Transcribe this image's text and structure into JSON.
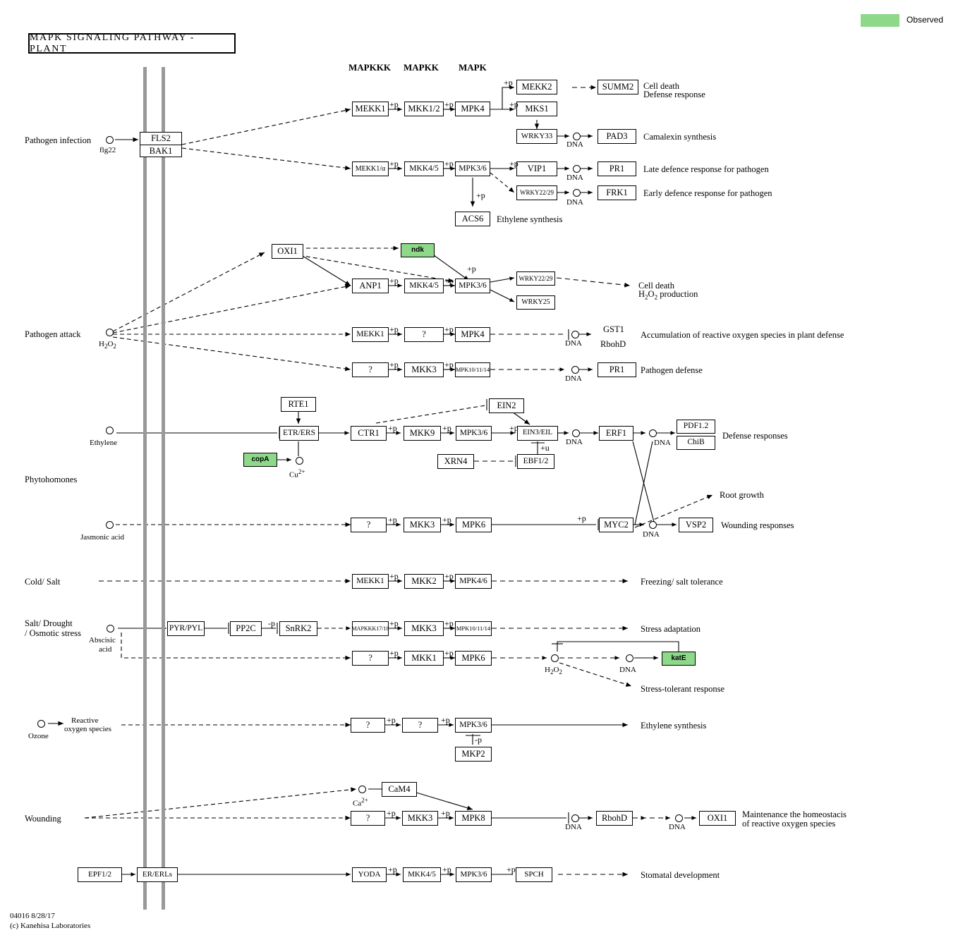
{
  "title": "MAPK SIGNALING PATHWAY - PLANT",
  "legend": {
    "swatch_color": "#8ed88a",
    "label": "Observed"
  },
  "footer": {
    "line1": "04016 8/28/17",
    "line2": "(c) Kanehisa Laboratories"
  },
  "column_headers": [
    {
      "label": "MAPKKK"
    },
    {
      "label": "MAPKK"
    },
    {
      "label": "MAPK"
    }
  ],
  "stimuli": [
    {
      "label": "Pathogen infection",
      "compound": "flg22"
    },
    {
      "label": "Pathogen attack",
      "compound": "H2O2"
    },
    {
      "label": "Ethylene",
      "compound": "Ethylene"
    },
    {
      "label": "Phytohomones"
    },
    {
      "label": "Jasmonic acid",
      "compound": "Jasmonic acid"
    },
    {
      "label": "Cold/ Salt"
    },
    {
      "label": "Salt/ Drought\n/ Osmotic stress",
      "compound": "Abscisic\nacid"
    },
    {
      "label": "Ozone",
      "compound": "Reactive\noxygen species"
    },
    {
      "label": "Wounding"
    }
  ],
  "labels": {
    "pathogen_infection": "Pathogen infection",
    "flg22": "flg22",
    "pathogen_attack": "Pathogen attack",
    "h2o2": "H2O2",
    "ethylene": "Ethylene",
    "phytohomones": "Phytohomones",
    "jasmonic_acid": "Jasmonic acid",
    "cold_salt": "Cold/ Salt",
    "salt_drought": "Salt/ Drought",
    "osmotic_stress": "/ Osmotic stress",
    "abscisic": "Abscisic",
    "acid": "acid",
    "ozone": "Ozone",
    "reactive": "Reactive",
    "oxygen_species": "oxygen species",
    "wounding": "Wounding",
    "cu2": "Cu2+",
    "ca2": "Ca2+",
    "dna": "DNA",
    "plus_p": "+p",
    "minus_p": "-p",
    "plus_u": "+u"
  },
  "genes": [
    {
      "id": "fls2",
      "label": "FLS2"
    },
    {
      "id": "bak1",
      "label": "BAK1"
    },
    {
      "id": "mekk1_a",
      "label": "MEKK1"
    },
    {
      "id": "mkk12",
      "label": "MKK1/2"
    },
    {
      "id": "mpk4_a",
      "label": "MPK4"
    },
    {
      "id": "mekk2",
      "label": "MEKK2"
    },
    {
      "id": "summ2",
      "label": "SUMM2"
    },
    {
      "id": "mks1",
      "label": "MKS1"
    },
    {
      "id": "wrky33",
      "label": "WRKY33"
    },
    {
      "id": "pad3",
      "label": "PAD3"
    },
    {
      "id": "mekk1_b",
      "label": "MEKK1/α"
    },
    {
      "id": "mkk45_a",
      "label": "MKK4/5"
    },
    {
      "id": "mpk36_a",
      "label": "MPK3/6"
    },
    {
      "id": "vip1",
      "label": "VIP1"
    },
    {
      "id": "pr1_a",
      "label": "PR1"
    },
    {
      "id": "wrky2229_a",
      "label": "WRKY22/29"
    },
    {
      "id": "frk1",
      "label": "FRK1"
    },
    {
      "id": "acs6",
      "label": "ACS6"
    },
    {
      "id": "oxi1_a",
      "label": "OXI1"
    },
    {
      "id": "ndk",
      "label": "ndk",
      "observed": true
    },
    {
      "id": "anp1",
      "label": "ANP1"
    },
    {
      "id": "mkk45_b",
      "label": "MKK4/5"
    },
    {
      "id": "mpk36_b",
      "label": "MPK3/6"
    },
    {
      "id": "wrky2229_b",
      "label": "WRKY22/29"
    },
    {
      "id": "wrky25",
      "label": "WRKY25"
    },
    {
      "id": "mekk1_c",
      "label": "MEKK1"
    },
    {
      "id": "q_a",
      "label": "?"
    },
    {
      "id": "mpk4_b",
      "label": "MPK4"
    },
    {
      "id": "q_b",
      "label": "?"
    },
    {
      "id": "mkk3_a",
      "label": "MKK3"
    },
    {
      "id": "mpk101114_a",
      "label": "MPK10/11/14"
    },
    {
      "id": "pr1_b",
      "label": "PR1"
    },
    {
      "id": "rte1",
      "label": "RTE1"
    },
    {
      "id": "etr_ers",
      "label": "ETR/ERS"
    },
    {
      "id": "copa",
      "label": "copA",
      "observed": true
    },
    {
      "id": "ctr1",
      "label": "CTR1"
    },
    {
      "id": "mkk9",
      "label": "MKK9"
    },
    {
      "id": "mpk36_c",
      "label": "MPK3/6"
    },
    {
      "id": "ein2",
      "label": "EIN2"
    },
    {
      "id": "ein3_eil",
      "label": "EIN3/EIL"
    },
    {
      "id": "xrn4",
      "label": "XRN4"
    },
    {
      "id": "ebf12",
      "label": "EBF1/2"
    },
    {
      "id": "erf1",
      "label": "ERF1"
    },
    {
      "id": "pdf12",
      "label": "PDF1.2"
    },
    {
      "id": "chib",
      "label": "ChiB"
    },
    {
      "id": "q_c",
      "label": "?"
    },
    {
      "id": "mkk3_b",
      "label": "MKK3"
    },
    {
      "id": "mpk6_a",
      "label": "MPK6"
    },
    {
      "id": "myc2",
      "label": "MYC2"
    },
    {
      "id": "vsp2",
      "label": "VSP2"
    },
    {
      "id": "mekk1_d",
      "label": "MEKK1"
    },
    {
      "id": "mkk2",
      "label": "MKK2"
    },
    {
      "id": "mpk46",
      "label": "MPK4/6"
    },
    {
      "id": "pyr_pyl",
      "label": "PYR/PYL"
    },
    {
      "id": "pp2c",
      "label": "PP2C"
    },
    {
      "id": "snrk2",
      "label": "SnRK2"
    },
    {
      "id": "mapkkk18",
      "label": "MAPKKK17/18"
    },
    {
      "id": "mkk3_c",
      "label": "MKK3"
    },
    {
      "id": "mpk101114_b",
      "label": "MPK10/11/14"
    },
    {
      "id": "q_d",
      "label": "?"
    },
    {
      "id": "mkk1",
      "label": "MKK1"
    },
    {
      "id": "mpk6_b",
      "label": "MPK6"
    },
    {
      "id": "kate",
      "label": "katE",
      "observed": true
    },
    {
      "id": "q_e",
      "label": "?"
    },
    {
      "id": "q_f",
      "label": "?"
    },
    {
      "id": "mpk36_d",
      "label": "MPK3/6"
    },
    {
      "id": "mkp2",
      "label": "MKP2"
    },
    {
      "id": "cam4",
      "label": "CaM4"
    },
    {
      "id": "q_g",
      "label": "?"
    },
    {
      "id": "mkk3_d",
      "label": "MKK3"
    },
    {
      "id": "mpk8",
      "label": "MPK8"
    },
    {
      "id": "rbohd",
      "label": "RbohD"
    },
    {
      "id": "oxi1_b",
      "label": "OXI1"
    },
    {
      "id": "epf12",
      "label": "EPF1/2"
    },
    {
      "id": "er_erls",
      "label": "ER/ERLs"
    },
    {
      "id": "yoda",
      "label": "YODA"
    },
    {
      "id": "mkk45_c",
      "label": "MKK4/5"
    },
    {
      "id": "mpk36_e",
      "label": "MPK3/6"
    },
    {
      "id": "spch",
      "label": "SPCH"
    }
  ],
  "outcomes": [
    {
      "id": "o_celldeath1",
      "line1": "Cell death",
      "line2": "Defense response"
    },
    {
      "id": "o_camalexin",
      "line1": "Camalexin synthesis"
    },
    {
      "id": "o_late",
      "line1": "Late defence response for pathogen"
    },
    {
      "id": "o_early",
      "line1": "Early defence response for pathogen"
    },
    {
      "id": "o_ethylene1",
      "line1": "Ethylene synthesis"
    },
    {
      "id": "o_celldeath2",
      "line1": "Cell death",
      "line2": "H2O2 production"
    },
    {
      "id": "o_gst1",
      "line1": "GST1",
      "line2": "RbohD"
    },
    {
      "id": "o_ros",
      "line1": "Accumulation of reactive oxygen species in plant defense"
    },
    {
      "id": "o_pathdef",
      "line1": "Pathogen defense"
    },
    {
      "id": "o_defresp",
      "line1": "Defense responses"
    },
    {
      "id": "o_rootgrowth",
      "line1": "Root growth"
    },
    {
      "id": "o_wounding",
      "line1": "Wounding responses"
    },
    {
      "id": "o_freezing",
      "line1": "Freezing/ salt tolerance"
    },
    {
      "id": "o_stressadapt",
      "line1": "Stress adaptation"
    },
    {
      "id": "o_stresstol",
      "line1": "Stress-tolerant response"
    },
    {
      "id": "o_ethylene2",
      "line1": "Ethylene synthesis"
    },
    {
      "id": "o_homeostasis",
      "line1": "Maintenance the homeostacis",
      "line2": "of reactive oxygen species"
    },
    {
      "id": "o_stomatal",
      "line1": "Stomatal development"
    }
  ]
}
